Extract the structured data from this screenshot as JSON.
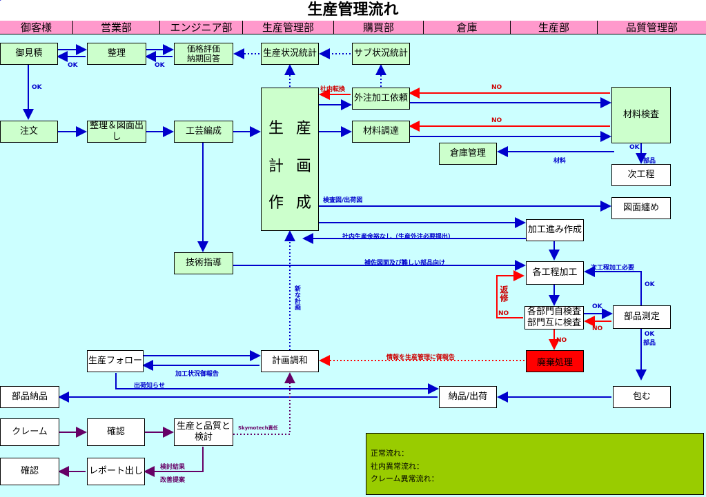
{
  "title": "生産管理流れ",
  "headers": [
    "御客様",
    "営業部",
    "エンジニア部",
    "生産管理部",
    "購買部",
    "倉庫",
    "生産部",
    "品質管理部"
  ],
  "boxes": {
    "mitsumori": "御見積",
    "seiri": "整理",
    "kakaku": "価格評価\n納期回答",
    "seisan_toukei": "生産状況統計",
    "sub_toukei": "サブ状況統計",
    "chuumon": "注文",
    "seiri_zumen": "整理＆図面出し",
    "kougei": "工芸編成",
    "gaichuu": "外注加工依頼",
    "zairyou_choutatsu": "材料調達",
    "zairyou_kensa": "材料検査",
    "souko_kanri": "倉庫管理",
    "jikoutei": "次工程",
    "zumen_tojime": "図面纏め",
    "kakou_susumi": "加工進み作成",
    "gijutsu_shidou": "技術指導",
    "kakukoutei": "各工程加工",
    "jishu_kensa": "各部門自検査\n部門互に検査",
    "buhin_sokutei": "部品測定",
    "haiki": "廃棄処理",
    "seisan_follow": "生産フォロー",
    "keikaku_chousei": "計画調和",
    "buhin_nouhin": "部品納品",
    "nouhin_shukka": "納品/出荷",
    "tsutsumu": "包む",
    "claim": "クレーム",
    "kakunin1": "確認",
    "seisan_hinshitsu": "生産と品質と\n検討",
    "kakunin2": "確認",
    "report": "レポート出し"
  },
  "big_box": [
    "生",
    "産",
    "計",
    "画",
    "作",
    "成"
  ],
  "labels": {
    "ok1": "OK",
    "ok2": "OK",
    "ok3": "OK",
    "shanai_tenkan": "社内転換",
    "no1": "NO",
    "no2": "NO",
    "ok_zairyou": "OK",
    "buhin1": "部品",
    "zairyou": "材料",
    "kensazu": "検査図/出荷図",
    "shanai_yoryoku": "社内生産余裕なし（生産外注必要提出）",
    "hojo_zumen": "補佐図面及び難しい部品向け",
    "jikoutei_hitsuyou": "次工程加工必要",
    "ok_side": "OK",
    "henshuu": "返修",
    "no3": "NO",
    "ok4": "OK",
    "no4": "NO",
    "no5": "NO",
    "ok_buhin": "OK\n部品",
    "shin_keikaku": "新な計画",
    "jouhou": "情報を生産管理に御報告",
    "kakou_joukyou": "加工状況御報告",
    "shukka_shirase": "出荷知らせ",
    "kentou_kekka": "検討結果",
    "kaizen": "改善提案",
    "shoutai": "Skymotech責任"
  },
  "legend": {
    "normal": "正常流れ：",
    "abnormal": "社内異常流れ：",
    "claim": "クレーム異常流れ："
  },
  "colors": {
    "blue": "#0000cc",
    "red": "#ff0000",
    "purple": "#660066",
    "box": "#ccffcc",
    "header": "#ff99cc",
    "bg": "#ccffff",
    "legend": "#99cc00"
  }
}
